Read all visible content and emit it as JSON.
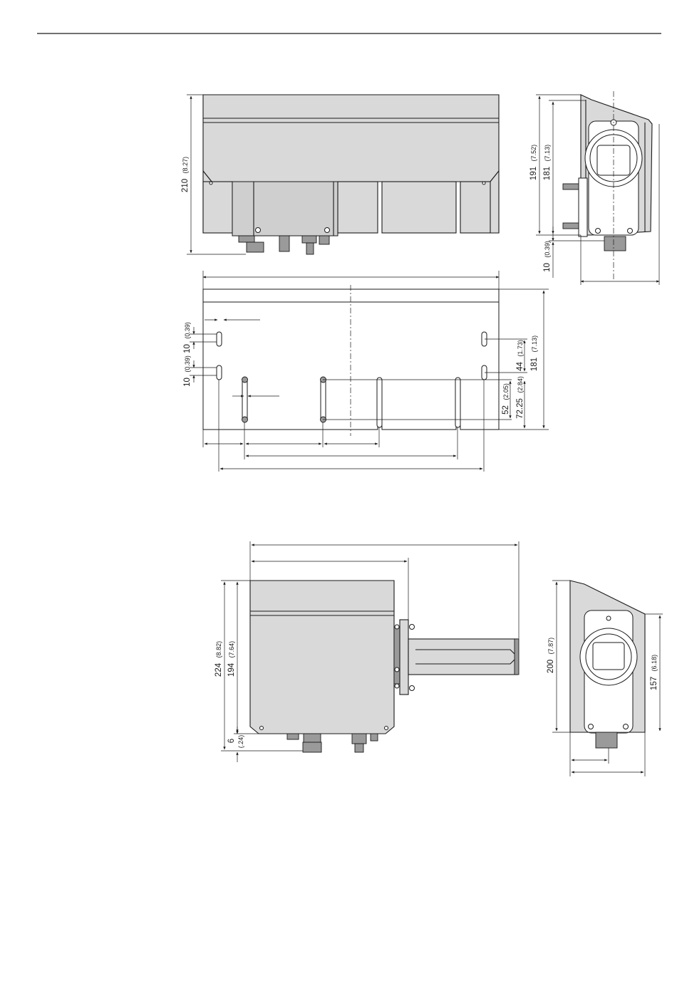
{
  "dimensions": {
    "top_height_210": {
      "value": "210",
      "inch": "(8.27)"
    },
    "side_191": {
      "value": "191",
      "inch": "(7.52)"
    },
    "side_181": {
      "value": "181",
      "inch": "(7.13)"
    },
    "side_10": {
      "value": "10",
      "inch": "(0.39)"
    },
    "plate_10a": {
      "value": "10",
      "inch": "(0.39)"
    },
    "plate_10b": {
      "value": "10",
      "inch": "(0.39)"
    },
    "plate_44": {
      "value": "44",
      "inch": "(1.73)"
    },
    "plate_181": {
      "value": "181",
      "inch": "(7.13)"
    },
    "plate_52": {
      "value": "52",
      "inch": "(2.05)"
    },
    "plate_72_25": {
      "value": "72.25",
      "inch": "(2.84)"
    },
    "flange_224": {
      "value": "224",
      "inch": "(8.82)"
    },
    "flange_194": {
      "value": "194",
      "inch": "(7.64)"
    },
    "flange_6": {
      "value": "6",
      "inch": "(.24)"
    },
    "end_200": {
      "value": "200",
      "inch": "(7.87)"
    },
    "end_157": {
      "value": "157",
      "inch": "(6.18)"
    }
  }
}
